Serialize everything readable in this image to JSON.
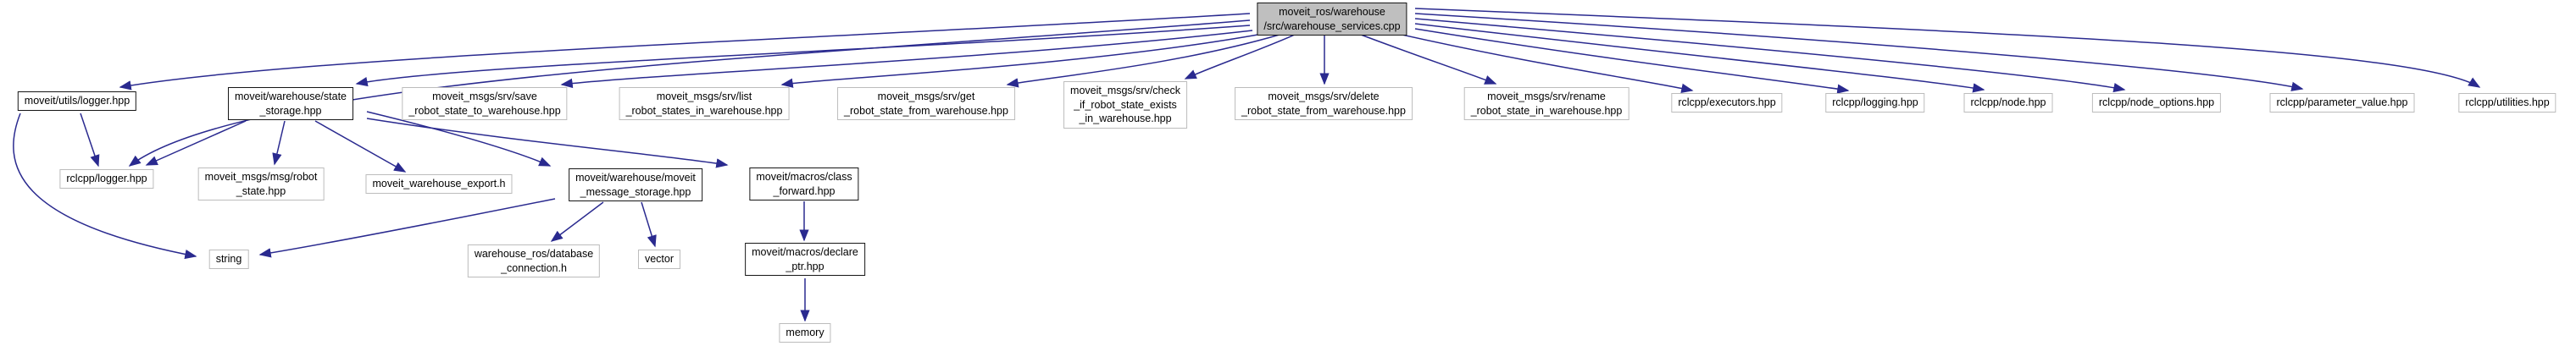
{
  "diagram": {
    "kind": "doxygen-include-dependency-graph",
    "colors": {
      "edge": "#2a2a8f",
      "root_fill": "#bfbfbf",
      "plain_border": "#bcbcbc",
      "linked_border": "#161616"
    },
    "nodes": {
      "root": {
        "label": [
          "moveit_ros/warehouse",
          "/src/warehouse_services.cpp"
        ]
      },
      "utils_logger": {
        "label": "moveit/utils/logger.hpp"
      },
      "state_storage": {
        "label": [
          "moveit/warehouse/state",
          "_storage.hpp"
        ]
      },
      "save": {
        "label": [
          "moveit_msgs/srv/save",
          "_robot_state_to_warehouse.hpp"
        ]
      },
      "list": {
        "label": [
          "moveit_msgs/srv/list",
          "_robot_states_in_warehouse.hpp"
        ]
      },
      "get": {
        "label": [
          "moveit_msgs/srv/get",
          "_robot_state_from_warehouse.hpp"
        ]
      },
      "check": {
        "label": [
          "moveit_msgs/srv/check",
          "_if_robot_state_exists",
          "_in_warehouse.hpp"
        ]
      },
      "delete": {
        "label": [
          "moveit_msgs/srv/delete",
          "_robot_state_from_warehouse.hpp"
        ]
      },
      "rename": {
        "label": [
          "moveit_msgs/srv/rename",
          "_robot_state_in_warehouse.hpp"
        ]
      },
      "executors": {
        "label": "rclcpp/executors.hpp"
      },
      "logging": {
        "label": "rclcpp/logging.hpp"
      },
      "node": {
        "label": "rclcpp/node.hpp"
      },
      "node_options": {
        "label": "rclcpp/node_options.hpp"
      },
      "parameter_value": {
        "label": "rclcpp/parameter_value.hpp"
      },
      "utilities": {
        "label": "rclcpp/utilities.hpp"
      },
      "rclcpp_logger": {
        "label": "rclcpp/logger.hpp"
      },
      "robot_state": {
        "label": [
          "moveit_msgs/msg/robot",
          "_state.hpp"
        ]
      },
      "export": {
        "label": "moveit_warehouse_export.h"
      },
      "message_storage": {
        "label": [
          "moveit/warehouse/moveit",
          "_message_storage.hpp"
        ]
      },
      "class_forward": {
        "label": [
          "moveit/macros/class",
          "_forward.hpp"
        ]
      },
      "string": {
        "label": "string"
      },
      "database_connection": {
        "label": [
          "warehouse_ros/database",
          "_connection.h"
        ]
      },
      "vector": {
        "label": "vector"
      },
      "declare_ptr": {
        "label": [
          "moveit/macros/declare",
          "_ptr.hpp"
        ]
      },
      "memory": {
        "label": "memory"
      }
    },
    "edges": [
      {
        "from": "root",
        "to": "utils_logger"
      },
      {
        "from": "root",
        "to": "rclcpp_logger"
      },
      {
        "from": "root",
        "to": "state_storage"
      },
      {
        "from": "root",
        "to": "save"
      },
      {
        "from": "root",
        "to": "list"
      },
      {
        "from": "root",
        "to": "get"
      },
      {
        "from": "root",
        "to": "check"
      },
      {
        "from": "root",
        "to": "delete"
      },
      {
        "from": "root",
        "to": "rename"
      },
      {
        "from": "root",
        "to": "executors"
      },
      {
        "from": "root",
        "to": "logging"
      },
      {
        "from": "root",
        "to": "node"
      },
      {
        "from": "root",
        "to": "node_options"
      },
      {
        "from": "root",
        "to": "parameter_value"
      },
      {
        "from": "root",
        "to": "utilities"
      },
      {
        "from": "utils_logger",
        "to": "rclcpp_logger"
      },
      {
        "from": "utils_logger",
        "to": "string"
      },
      {
        "from": "state_storage",
        "to": "rclcpp_logger"
      },
      {
        "from": "state_storage",
        "to": "robot_state"
      },
      {
        "from": "state_storage",
        "to": "export"
      },
      {
        "from": "state_storage",
        "to": "message_storage"
      },
      {
        "from": "state_storage",
        "to": "class_forward"
      },
      {
        "from": "message_storage",
        "to": "database_connection"
      },
      {
        "from": "message_storage",
        "to": "vector"
      },
      {
        "from": "message_storage",
        "to": "string"
      },
      {
        "from": "class_forward",
        "to": "declare_ptr"
      },
      {
        "from": "declare_ptr",
        "to": "memory"
      }
    ]
  }
}
